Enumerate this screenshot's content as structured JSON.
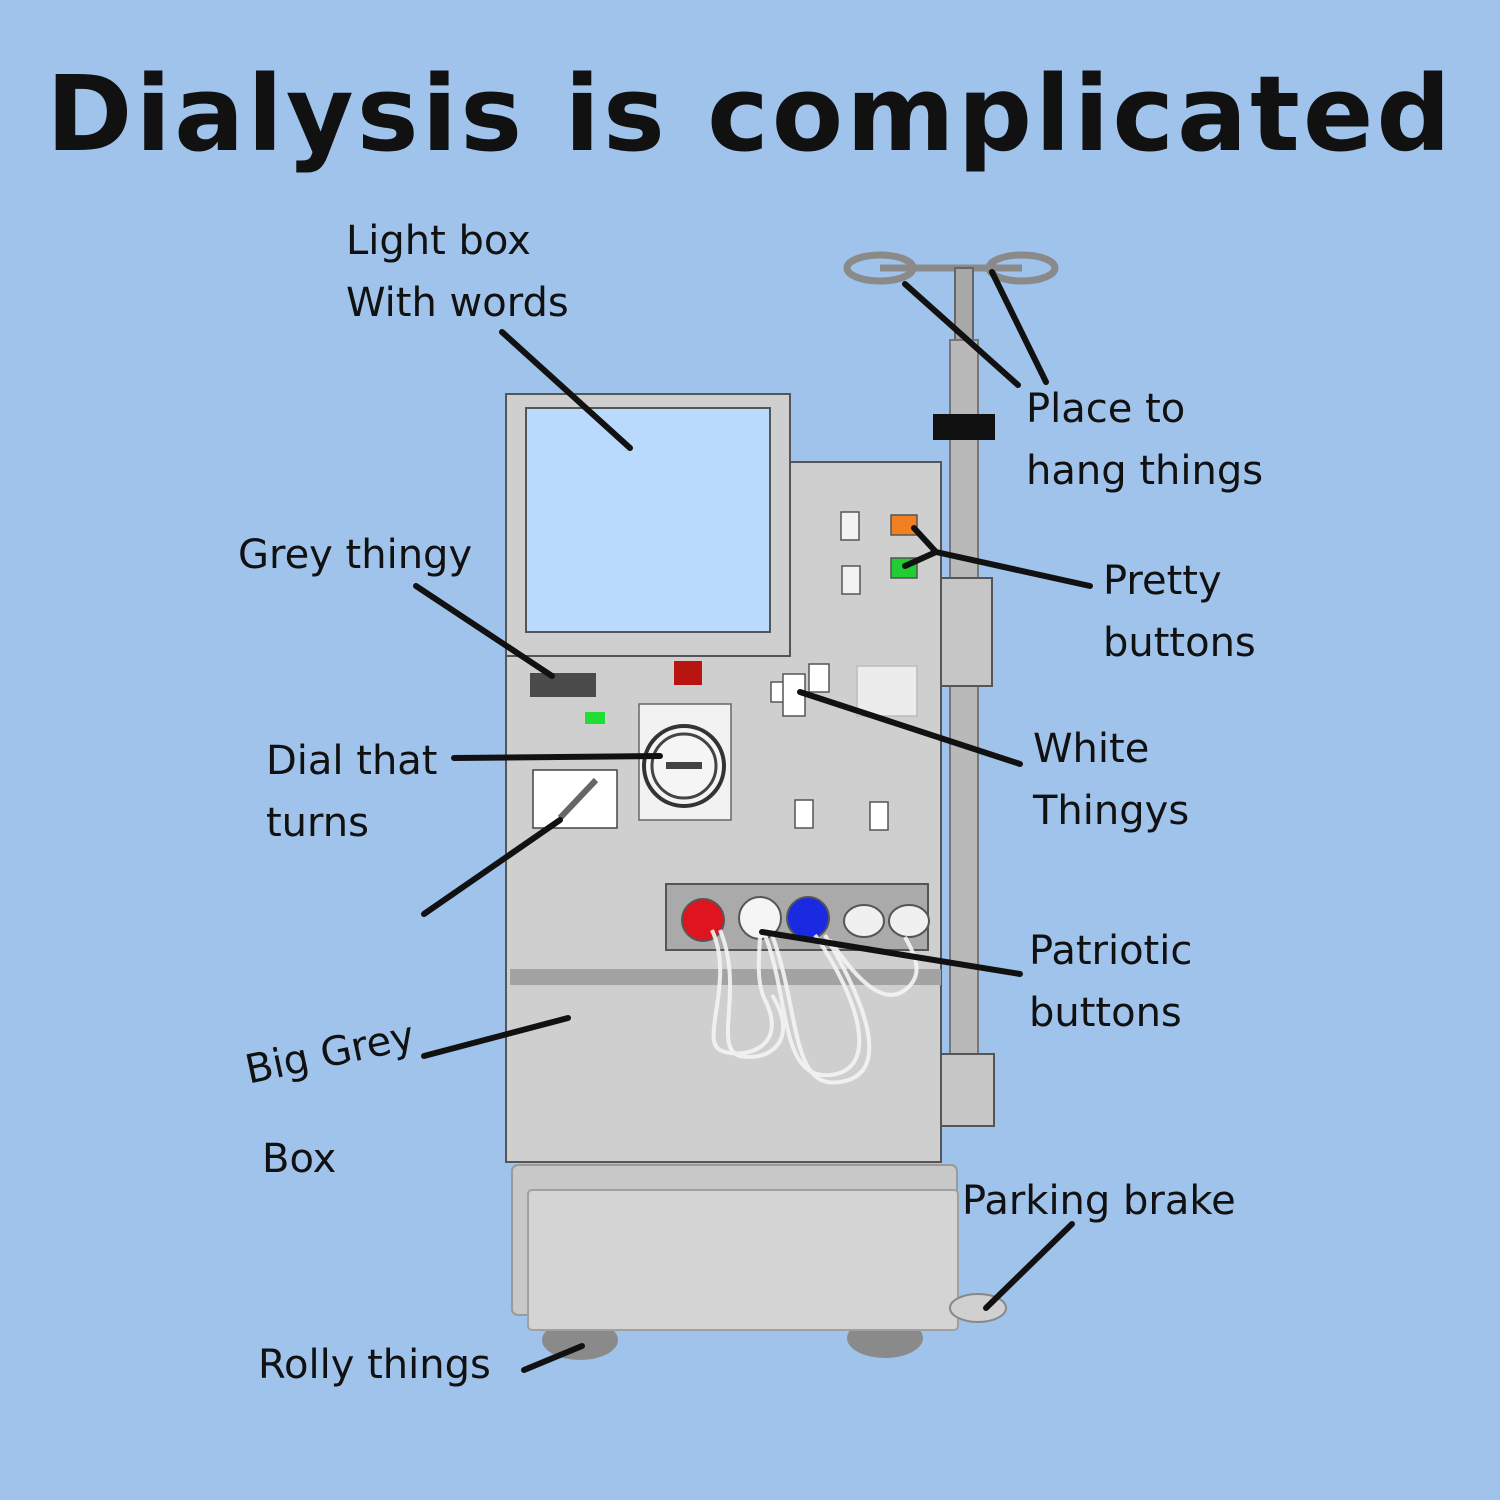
{
  "title": "Dialysis is complicated",
  "labels": {
    "light_box": [
      "Light box",
      "With words"
    ],
    "hang_things": [
      "Place to",
      "hang things"
    ],
    "grey_thingy": [
      "Grey thingy"
    ],
    "pretty_buttons": [
      "Pretty",
      "buttons"
    ],
    "dial": [
      "Dial that",
      "turns"
    ],
    "white_thingys": [
      "White",
      "Thingys"
    ],
    "patriotic_buttons": [
      "Patriotic",
      "buttons"
    ],
    "big_grey_box": [
      "Big Grey",
      "Box"
    ],
    "parking_brake": [
      "Parking brake"
    ],
    "rolly_things": [
      "Rolly things"
    ]
  },
  "colors": {
    "background": "#9fc3ea",
    "machine": "#cfcfcf",
    "screen": "#badafd",
    "button_red": "#e0141e",
    "button_blue": "#1a2ae0",
    "button_orange": "#f08020",
    "button_green": "#22cc33"
  }
}
